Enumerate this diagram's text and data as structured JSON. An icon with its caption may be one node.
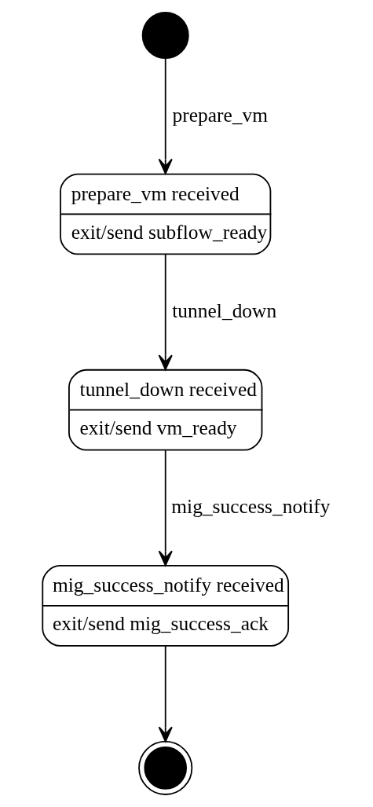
{
  "diagram": {
    "nodes": [
      {
        "text": [],
        "shape": "circle"
      },
      {
        "text": [
          "prepare_vm received",
          "exit/send subflow_ready"
        ]
      },
      {
        "text": [
          "tunnel_down received",
          "exit/send vm_ready"
        ]
      },
      {
        "text": [
          "mig_success_notify received",
          "exit/send mig_success_ack"
        ]
      },
      {
        "text": [],
        "shape": "bullseye"
      }
    ],
    "edges": [
      {
        "from": 0,
        "to": 1,
        "arrow": "to",
        "label": "prepare_vm"
      },
      {
        "from": 1,
        "to": 2,
        "arrow": "to",
        "label": "tunnel_down"
      },
      {
        "from": 2,
        "to": 3,
        "arrow": "to",
        "label": "mig_success_notify"
      },
      {
        "from": 3,
        "to": 4,
        "arrow": "to"
      }
    ]
  }
}
